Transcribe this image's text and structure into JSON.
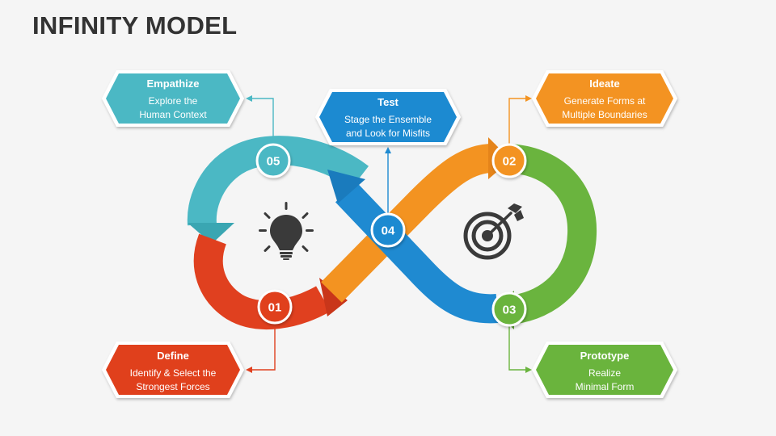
{
  "title": "INFINITY MODEL",
  "colors": {
    "teal": "#4bb8c4",
    "orange": "#f39321",
    "green": "#6ab43e",
    "red": "#e0401f",
    "blue": "#1f8ad1",
    "icon": "#3a3a3a"
  },
  "steps": [
    {
      "number": "05",
      "title": "Empathize",
      "line1": "Explore the",
      "line2": "Human Context",
      "color": "teal"
    },
    {
      "number": "04",
      "title": "Test",
      "line1": "Stage the Ensemble",
      "line2": "and Look for Misfits",
      "color": "blue"
    },
    {
      "number": "02",
      "title": "Ideate",
      "line1": "Generate Forms at",
      "line2": "Multiple Boundaries",
      "color": "orange"
    },
    {
      "number": "01",
      "title": "Define",
      "line1": "Identify & Select the",
      "line2": "Strongest Forces",
      "color": "red"
    },
    {
      "number": "03",
      "title": "Prototype",
      "line1": "Realize",
      "line2": "Minimal Form",
      "color": "green"
    }
  ],
  "icons": [
    "lightbulb-icon",
    "target-icon"
  ]
}
